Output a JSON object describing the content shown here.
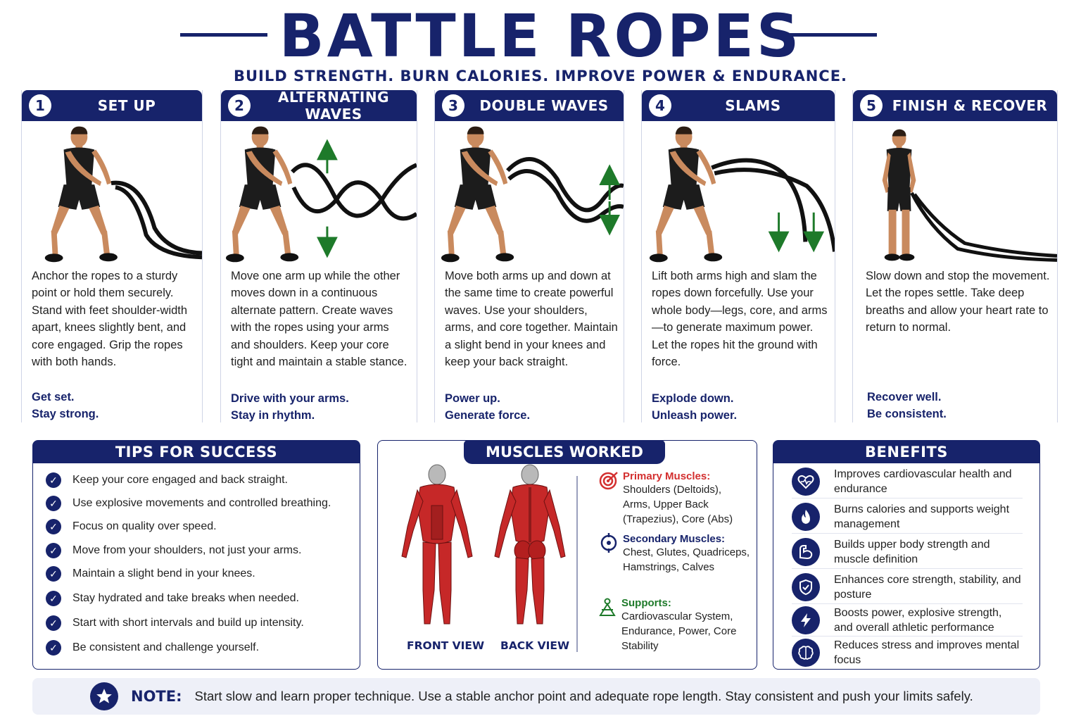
{
  "header": {
    "title": "BATTLE ROPES",
    "subtitle": "BUILD STRENGTH. BURN CALORIES. IMPROVE POWER & ENDURANCE."
  },
  "steps": [
    {
      "number": "1",
      "title": "SET UP",
      "description": "Anchor the ropes to a sturdy point or hold them securely. Stand with feet shoulder-width apart, knees slightly bent, and core engaged. Grip the ropes with both hands.",
      "motto_1": "Get set.",
      "motto_2": "Stay strong."
    },
    {
      "number": "2",
      "title": "ALTERNATING WAVES",
      "description": "Move one arm up while the other moves down in a continuous alternate pattern. Create waves with the ropes using your arms and shoulders. Keep your core tight and maintain a stable stance.",
      "motto_1": "Drive with your arms.",
      "motto_2": "Stay in rhythm."
    },
    {
      "number": "3",
      "title": "DOUBLE WAVES",
      "description": "Move both arms up and down at the same time to create powerful waves. Use your shoulders, arms, and core together. Maintain a slight bend in your knees and keep your back straight.",
      "motto_1": "Power up.",
      "motto_2": "Generate force."
    },
    {
      "number": "4",
      "title": "SLAMS",
      "description": "Lift both arms high and slam the ropes down forcefully. Use your whole body—legs, core, and arms—to generate maximum power. Let the ropes hit the ground with force.",
      "motto_1": "Explode down.",
      "motto_2": "Unleash power."
    },
    {
      "number": "5",
      "title": "FINISH & RECOVER",
      "description": "Slow down and stop the movement. Let the ropes settle. Take deep breaths and allow your heart rate to return to normal.",
      "motto_1": "Recover well.",
      "motto_2": "Be consistent."
    }
  ],
  "tips": {
    "title": "TIPS FOR SUCCESS",
    "items": [
      "Keep your core engaged and back straight.",
      "Use explosive movements and controlled breathing.",
      "Focus on quality over speed.",
      "Move from your shoulders, not just your arms.",
      "Maintain a slight bend in your knees.",
      "Stay hydrated and take breaks when needed.",
      "Start with short intervals and build up intensity.",
      "Be consistent and challenge yourself."
    ]
  },
  "muscles": {
    "title": "MUSCLES WORKED",
    "front_label": "FRONT VIEW",
    "back_label": "BACK VIEW",
    "primary_title": "Primary Muscles:",
    "primary_text": "Shoulders (Deltoids), Arms, Upper Back (Trapezius), Core (Abs)",
    "secondary_title": "Secondary Muscles:",
    "secondary_text": "Chest, Glutes, Quadriceps, Hamstrings, Calves",
    "supports_title": "Supports:",
    "supports_text": "Cardiovascular System, Endurance, Power, Core Stability"
  },
  "benefits": {
    "title": "BENEFITS",
    "items": [
      {
        "text": "Improves cardiovascular health and endurance",
        "icon": "heart-icon"
      },
      {
        "text": "Burns calories and supports weight management",
        "icon": "flame-icon"
      },
      {
        "text": "Builds upper body strength and muscle definition",
        "icon": "bicep-icon"
      },
      {
        "text": "Enhances core strength, stability, and posture",
        "icon": "shield-check-icon"
      },
      {
        "text": "Boosts power, explosive strength, and overall athletic performance",
        "icon": "lightning-icon"
      },
      {
        "text": "Reduces stress and improves mental focus",
        "icon": "brain-icon"
      }
    ]
  },
  "note": {
    "label": "NOTE:",
    "text": "Start slow and learn proper technique. Use a stable anchor point and adequate rope length. Stay consistent and push your limits safely."
  },
  "colors": {
    "navy": "#17236b",
    "green_arrow": "#1e7a2a",
    "primary_red": "#d32f2f",
    "muscle_red": "#c62828"
  }
}
